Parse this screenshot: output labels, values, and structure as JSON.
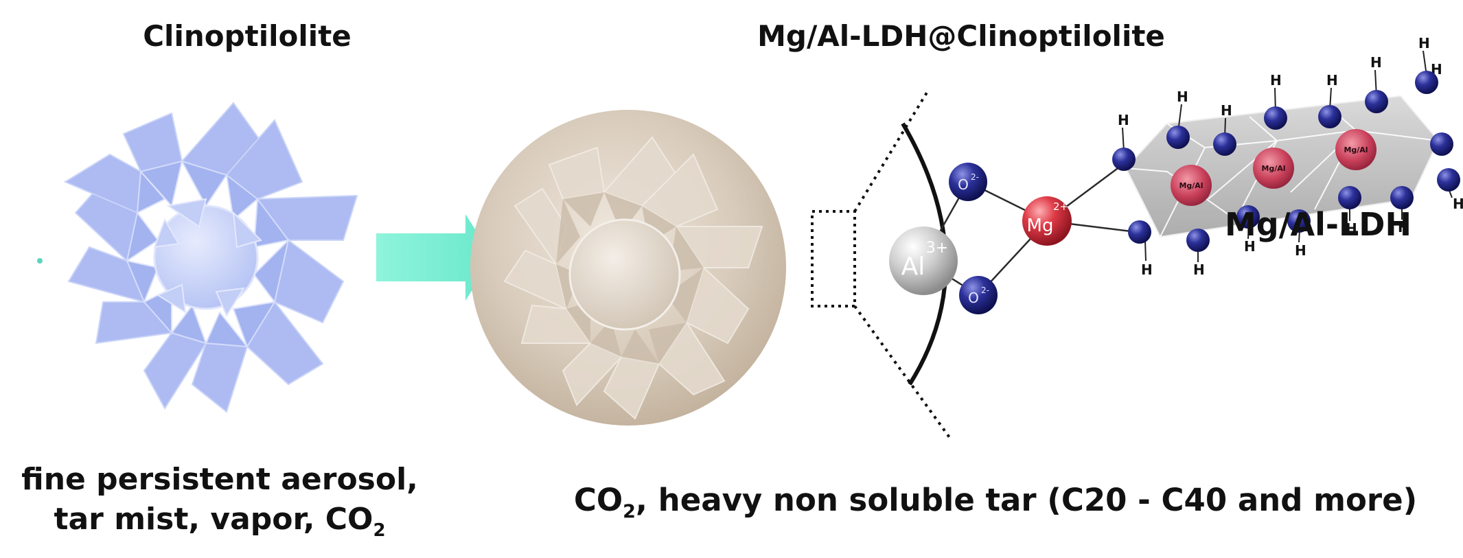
{
  "left": {
    "title": "Clinoptilolite",
    "bottom_line1": "fine persistent aerosol,",
    "bottom_line2_prefix": "tar mist, vapor, CO",
    "bottom_line2_sub": "2"
  },
  "right": {
    "title": "Mg/Al-LDH@Clinoptilolite",
    "bottom_prefix": "CO",
    "bottom_sub": "2",
    "bottom_suffix": ", heavy non soluble tar (C20 - C40 and more)",
    "ldh_label": "Mg/Al-LDH"
  },
  "molecule": {
    "al_label": "Al",
    "al_charge": "3+",
    "mg_label": "Mg",
    "mg_charge": "2+",
    "o_label": "O",
    "o_charge": "2-",
    "h_label": "H",
    "layer_label": "Mg/Al"
  },
  "colors": {
    "crystal_blue": "#a9b8f2",
    "crystal_beige": "#cfc2b2",
    "arrow": "#7ff0d6",
    "atom_navy": "#1c1f7a",
    "atom_red": "#d6303c",
    "atom_gray": "#bcbcbc",
    "layer_gray": "#bdbdbd",
    "text": "#111111"
  }
}
